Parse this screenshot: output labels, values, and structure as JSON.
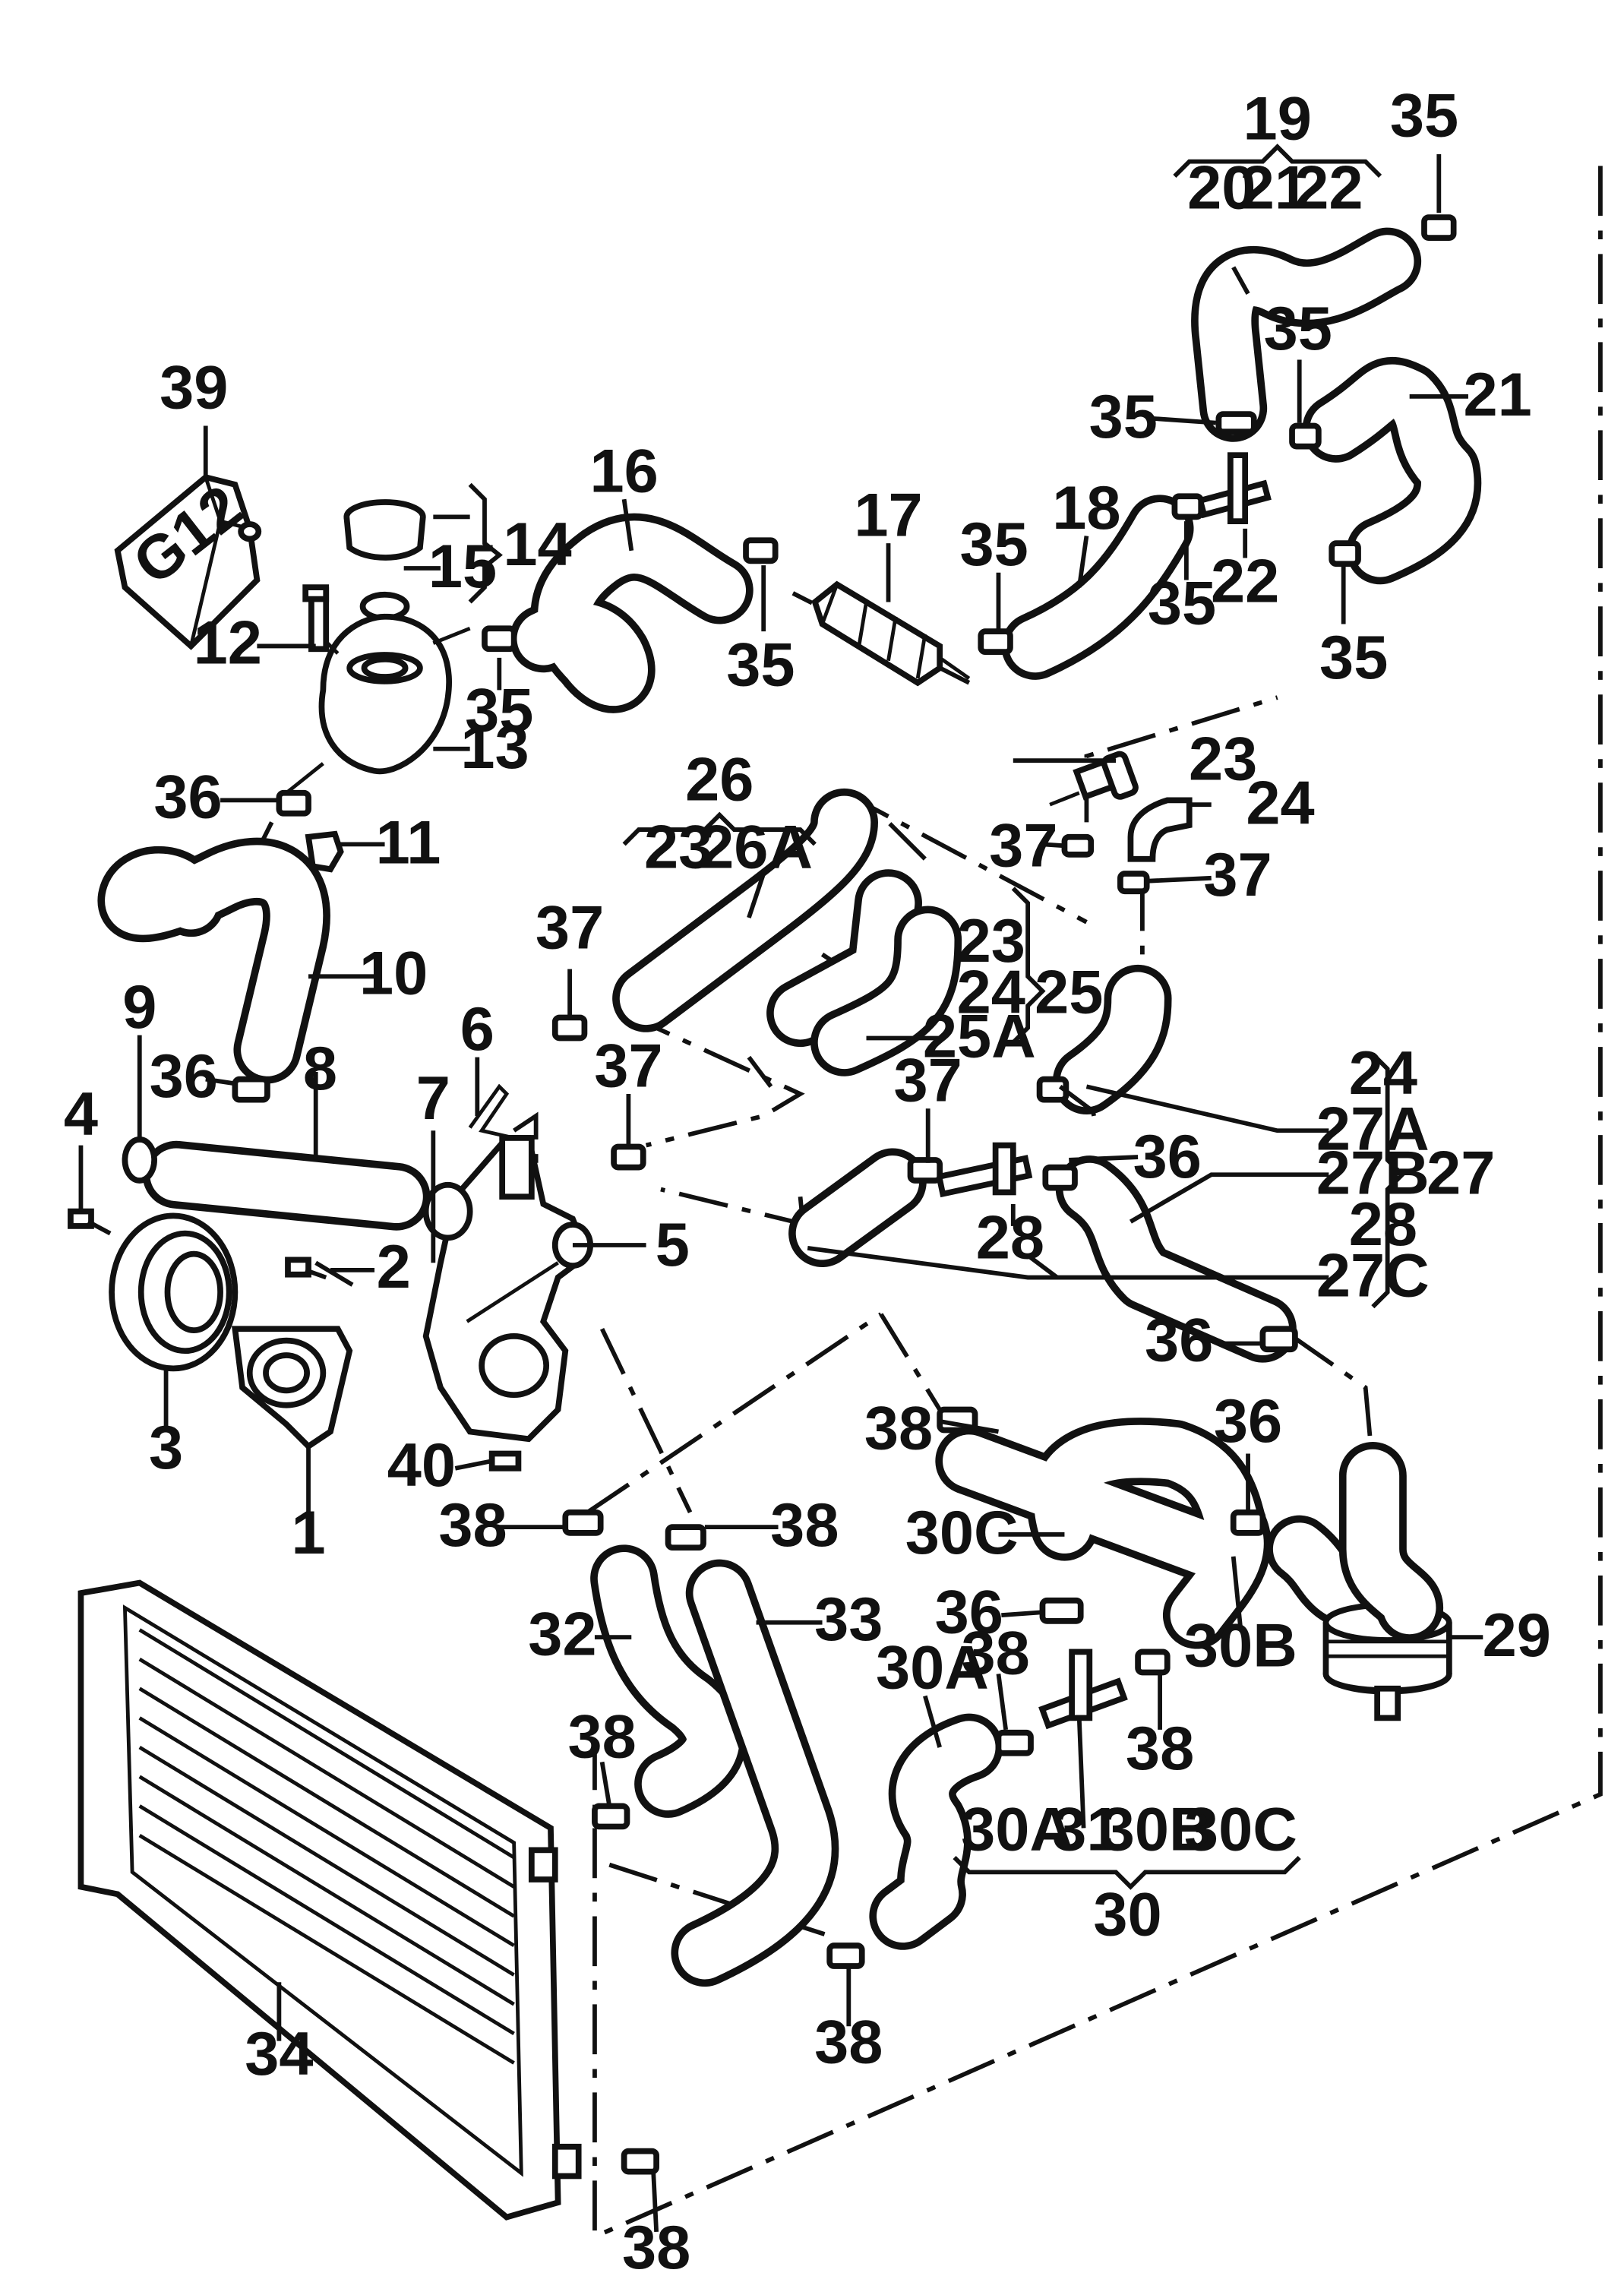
{
  "callouts": [
    {
      "id": "c1",
      "text": "1"
    },
    {
      "id": "c2",
      "text": "2"
    },
    {
      "id": "c3",
      "text": "3"
    },
    {
      "id": "c4",
      "text": "4"
    },
    {
      "id": "c5",
      "text": "5"
    },
    {
      "id": "c6",
      "text": "6"
    },
    {
      "id": "c7",
      "text": "7"
    },
    {
      "id": "c8",
      "text": "8"
    },
    {
      "id": "c9",
      "text": "9"
    },
    {
      "id": "c10",
      "text": "10"
    },
    {
      "id": "c11",
      "text": "11"
    },
    {
      "id": "c12",
      "text": "12"
    },
    {
      "id": "c13",
      "text": "13"
    },
    {
      "id": "c14",
      "text": "14"
    },
    {
      "id": "c15",
      "text": "15"
    },
    {
      "id": "c16",
      "text": "16"
    },
    {
      "id": "c17",
      "text": "17"
    },
    {
      "id": "c18",
      "text": "18"
    },
    {
      "id": "c19",
      "text": "19"
    },
    {
      "id": "c20g",
      "text": "20"
    },
    {
      "id": "c21g",
      "text": "21"
    },
    {
      "id": "c22g",
      "text": "22"
    },
    {
      "id": "c21",
      "text": "21"
    },
    {
      "id": "c22",
      "text": "22"
    },
    {
      "id": "c23",
      "text": "23"
    },
    {
      "id": "c24",
      "text": "24"
    },
    {
      "id": "c26",
      "text": "26"
    },
    {
      "id": "c23g",
      "text": "23"
    },
    {
      "id": "c26a",
      "text": "26A"
    },
    {
      "id": "c23b",
      "text": "23"
    },
    {
      "id": "c24b",
      "text": "24"
    },
    {
      "id": "c25",
      "text": "25"
    },
    {
      "id": "c25a",
      "text": "25A"
    },
    {
      "id": "c24c",
      "text": "24"
    },
    {
      "id": "c27a",
      "text": "27A"
    },
    {
      "id": "c27b",
      "text": "27B"
    },
    {
      "id": "c27",
      "text": "27"
    },
    {
      "id": "c28g",
      "text": "28"
    },
    {
      "id": "c27c",
      "text": "27C"
    },
    {
      "id": "c28",
      "text": "28"
    },
    {
      "id": "c29",
      "text": "29"
    },
    {
      "id": "c30c",
      "text": "30C"
    },
    {
      "id": "c30b",
      "text": "30B"
    },
    {
      "id": "c30a",
      "text": "30A"
    },
    {
      "id": "c30ag",
      "text": "30A"
    },
    {
      "id": "c31",
      "text": "31"
    },
    {
      "id": "c30bg",
      "text": "30B"
    },
    {
      "id": "c30cg",
      "text": "30C"
    },
    {
      "id": "c30",
      "text": "30"
    },
    {
      "id": "c32",
      "text": "32"
    },
    {
      "id": "c33",
      "text": "33"
    },
    {
      "id": "c34",
      "text": "34"
    },
    {
      "id": "c39",
      "text": "39"
    },
    {
      "id": "c40",
      "text": "40"
    },
    {
      "id": "c35a",
      "text": "35"
    },
    {
      "id": "c35b",
      "text": "35"
    },
    {
      "id": "c35c",
      "text": "35"
    },
    {
      "id": "c35d",
      "text": "35"
    },
    {
      "id": "c35e",
      "text": "35"
    },
    {
      "id": "c35f",
      "text": "35"
    },
    {
      "id": "c35g",
      "text": "35"
    },
    {
      "id": "c35h",
      "text": "35"
    },
    {
      "id": "c35i",
      "text": "35"
    },
    {
      "id": "c36a",
      "text": "36"
    },
    {
      "id": "c36b",
      "text": "36"
    },
    {
      "id": "c36c",
      "text": "36"
    },
    {
      "id": "c36d",
      "text": "36"
    },
    {
      "id": "c36e",
      "text": "36"
    },
    {
      "id": "c36f",
      "text": "36"
    },
    {
      "id": "c37a",
      "text": "37"
    },
    {
      "id": "c37b",
      "text": "37"
    },
    {
      "id": "c37c",
      "text": "37"
    },
    {
      "id": "c37d",
      "text": "37"
    },
    {
      "id": "c37e",
      "text": "37"
    },
    {
      "id": "c38a",
      "text": "38"
    },
    {
      "id": "c38b",
      "text": "38"
    },
    {
      "id": "c38c",
      "text": "38"
    },
    {
      "id": "c38d",
      "text": "38"
    },
    {
      "id": "c38e",
      "text": "38"
    },
    {
      "id": "c38f",
      "text": "38"
    },
    {
      "id": "c38g",
      "text": "38"
    },
    {
      "id": "c38h",
      "text": "38"
    },
    {
      "id": "c38i",
      "text": "38"
    }
  ],
  "coolant_label": "G12"
}
